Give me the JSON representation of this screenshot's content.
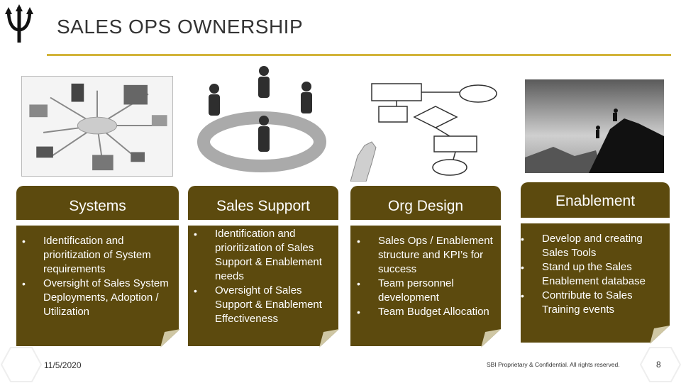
{
  "title": "SALES OPS OWNERSHIP",
  "colors": {
    "accent_rule": "#d2b43a",
    "card": "#5c4a0e",
    "card_text": "#ffffff"
  },
  "images": [
    {
      "name": "network-devices-image"
    },
    {
      "name": "people-cycle-image"
    },
    {
      "name": "flowchart-hand-image"
    },
    {
      "name": "climbers-silhouette-image"
    }
  ],
  "cards": [
    {
      "heading": "Systems",
      "bullets": [
        "Identification and prioritization of System requirements",
        "Oversight of Sales System Deployments, Adoption / Utilization"
      ]
    },
    {
      "heading": "Sales Support",
      "bullets": [
        "Identification and prioritization of Sales Support & Enablement needs",
        "Oversight of Sales Support & Enablement Effectiveness"
      ]
    },
    {
      "heading": "Org Design",
      "bullets": [
        "Sales Ops / Enablement structure and KPI’s for success",
        "Team personnel development",
        "Team Budget Allocation"
      ]
    },
    {
      "heading": "Enablement",
      "bullets": [
        "Develop and creating Sales Tools",
        "Stand up the Sales Enablement database",
        "Contribute to Sales Training events"
      ]
    }
  ],
  "footer": {
    "date": "11/5/2020",
    "confidential": "SBI Proprietary & Confidential. All rights reserved.",
    "page": "8"
  }
}
